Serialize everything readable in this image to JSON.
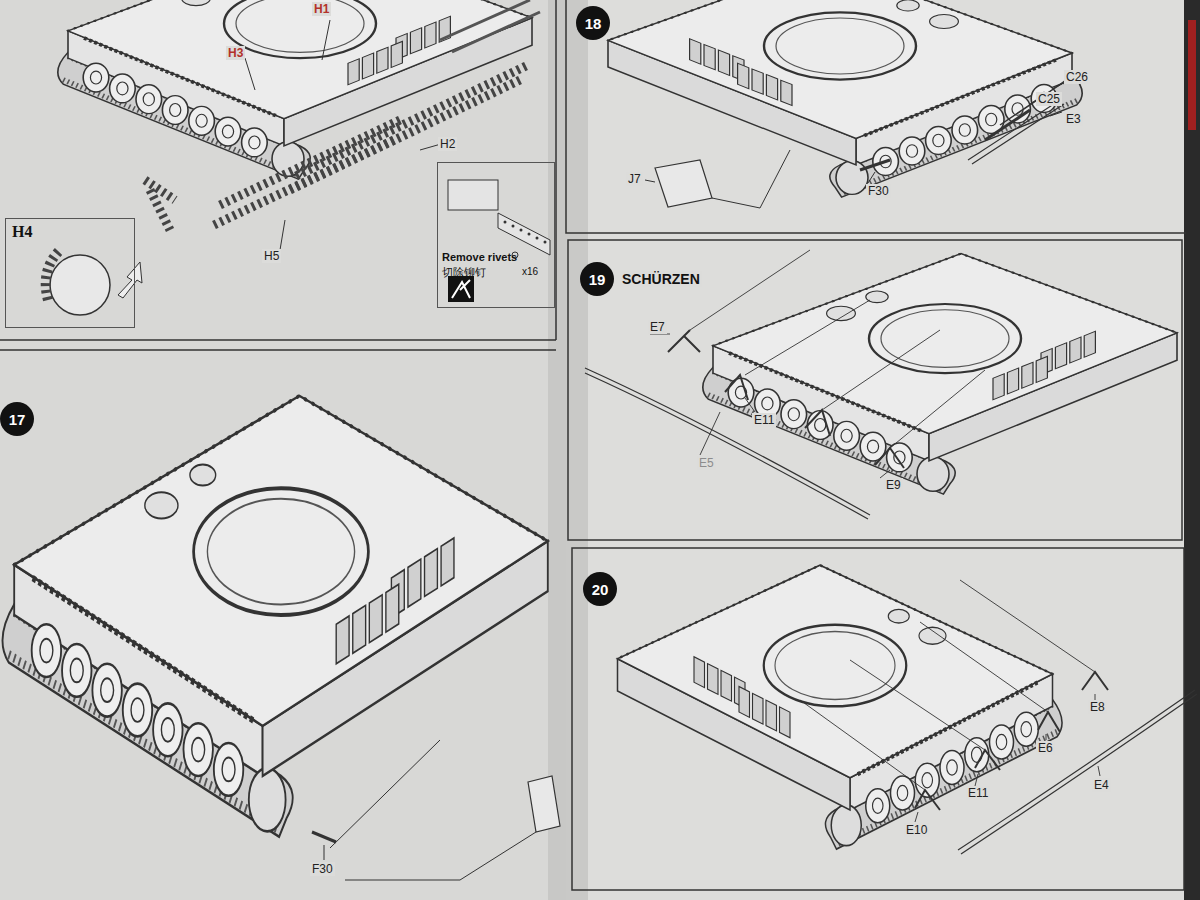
{
  "diagram": {
    "nodes": [
      {
        "text": [
          "H4"
        ]
      },
      {
        "text": [
          "Remove rivets",
          "切除铆钉",
          "x16"
        ]
      },
      {
        "text": [
          "17"
        ]
      },
      {
        "text": [
          "18"
        ]
      },
      {
        "text": [
          "19",
          "SCHÜRZEN"
        ]
      },
      {
        "text": [
          "20"
        ]
      }
    ],
    "labels": [
      "H1",
      "H3",
      "H2",
      "H5",
      "C26",
      "C25",
      "E3",
      "J7",
      "F30",
      "F30",
      "E7",
      "E11",
      "E5",
      "E9",
      "E8",
      "E6",
      "E4",
      "E11",
      "E10"
    ]
  }
}
